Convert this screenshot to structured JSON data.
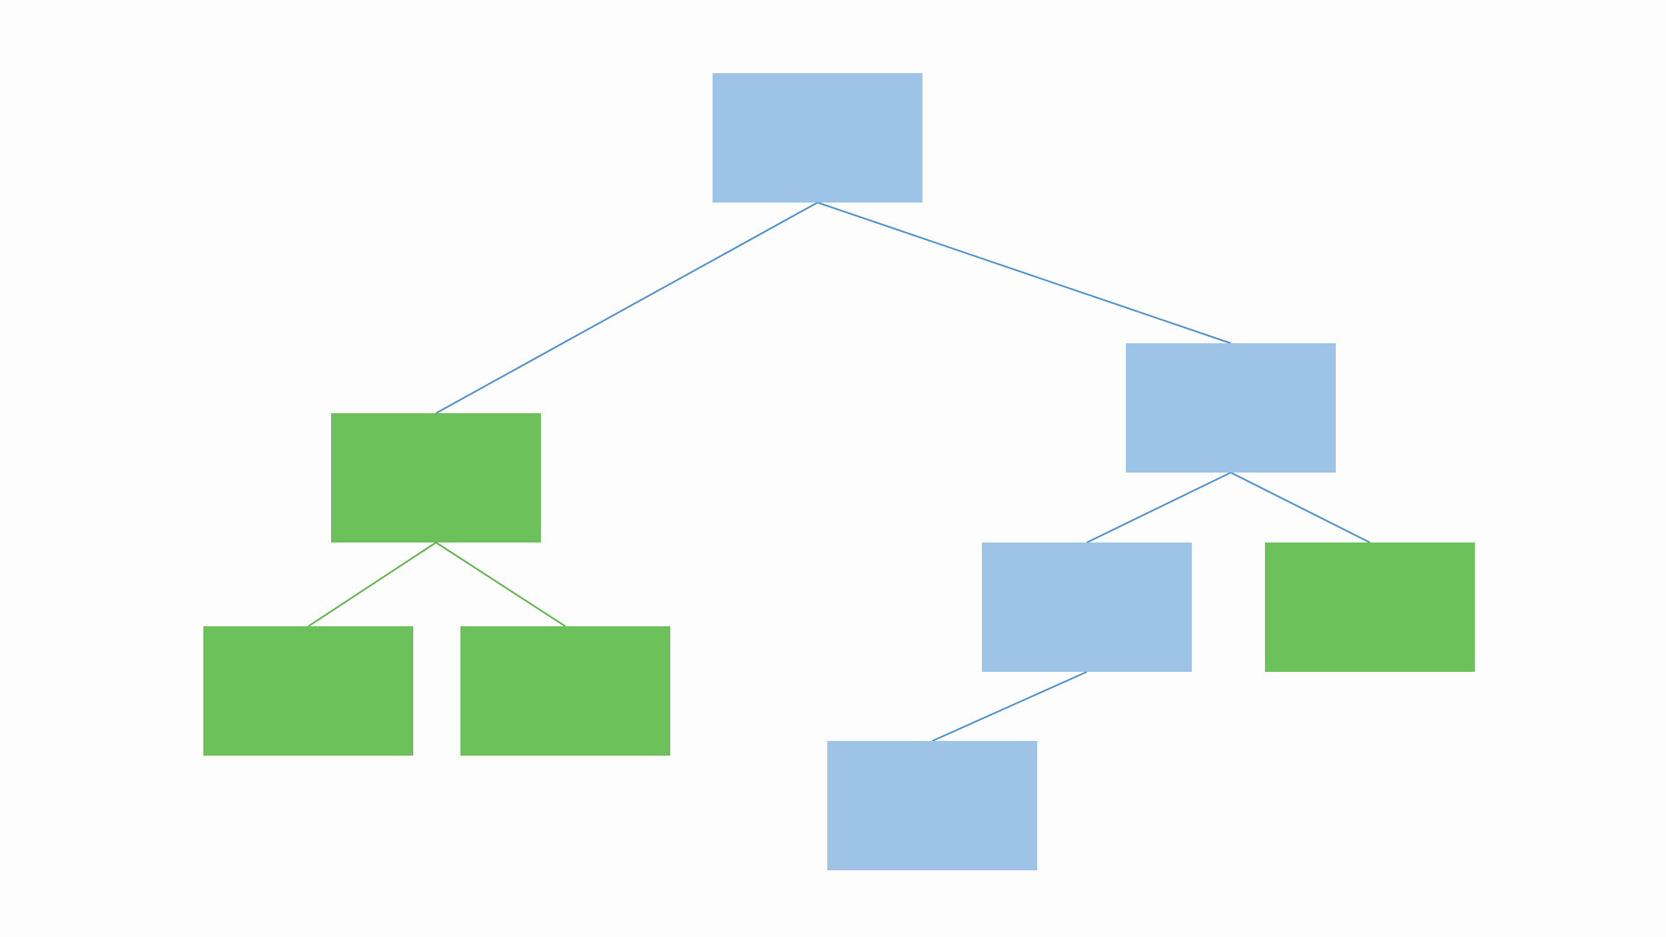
{
  "diagram": {
    "type": "tree",
    "colors": {
      "background": "#fdfdfd",
      "blue_node": "#9dc3e6",
      "green_node": "#6cc15a",
      "blue_edge": "#4a8fcb",
      "green_edge": "#5db447"
    },
    "nodes": [
      {
        "id": "root",
        "color": "blue",
        "label": ""
      },
      {
        "id": "left-child",
        "color": "green",
        "label": ""
      },
      {
        "id": "right-child",
        "color": "blue",
        "label": ""
      },
      {
        "id": "left-left-leaf",
        "color": "green",
        "label": ""
      },
      {
        "id": "left-right-leaf",
        "color": "green",
        "label": ""
      },
      {
        "id": "right-left-child",
        "color": "blue",
        "label": ""
      },
      {
        "id": "right-right-leaf",
        "color": "green",
        "label": ""
      },
      {
        "id": "right-left-left-leaf",
        "color": "blue",
        "label": ""
      }
    ],
    "edges": [
      {
        "from": "root",
        "to": "left-child",
        "color": "blue"
      },
      {
        "from": "root",
        "to": "right-child",
        "color": "blue"
      },
      {
        "from": "left-child",
        "to": "left-left-leaf",
        "color": "green"
      },
      {
        "from": "left-child",
        "to": "left-right-leaf",
        "color": "green"
      },
      {
        "from": "right-child",
        "to": "right-left-child",
        "color": "blue"
      },
      {
        "from": "right-child",
        "to": "right-right-leaf",
        "color": "blue"
      },
      {
        "from": "right-left-child",
        "to": "right-left-left-leaf",
        "color": "blue"
      }
    ]
  }
}
